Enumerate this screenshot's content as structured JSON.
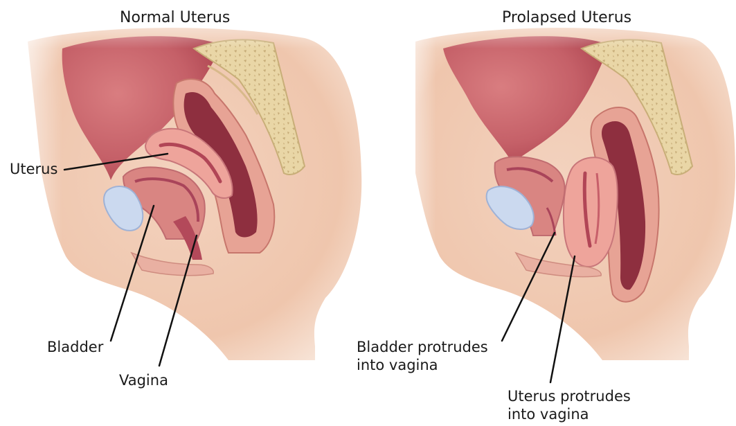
{
  "panels": [
    {
      "title": "Normal Uterus",
      "labels": {
        "uterus": "Uterus",
        "bladder": "Bladder",
        "vagina": "Vagina"
      }
    },
    {
      "title": "Prolapsed Uterus",
      "labels": {
        "bladder_line1": "Bladder protrudes",
        "bladder_line2": "into vagina",
        "uterus_line1": "Uterus protrudes",
        "uterus_line2": "into vagina"
      }
    }
  ],
  "colors": {
    "skin_light": "#f6dccb",
    "skin": "#efc4a6",
    "skin_shadow": "#d9a184",
    "cavity": "#c9686d",
    "cavity_dark": "#9c3f4b",
    "organ_pink": "#e99a95",
    "organ_light": "#f3c1b7",
    "organ_lumen": "#b84856",
    "bladder_blue": "#c9d7ee",
    "bladder_outline": "#9fb2d6",
    "spine": "#ead7a8",
    "spine_dark": "#c8ae78",
    "leader_line": "#111111"
  }
}
